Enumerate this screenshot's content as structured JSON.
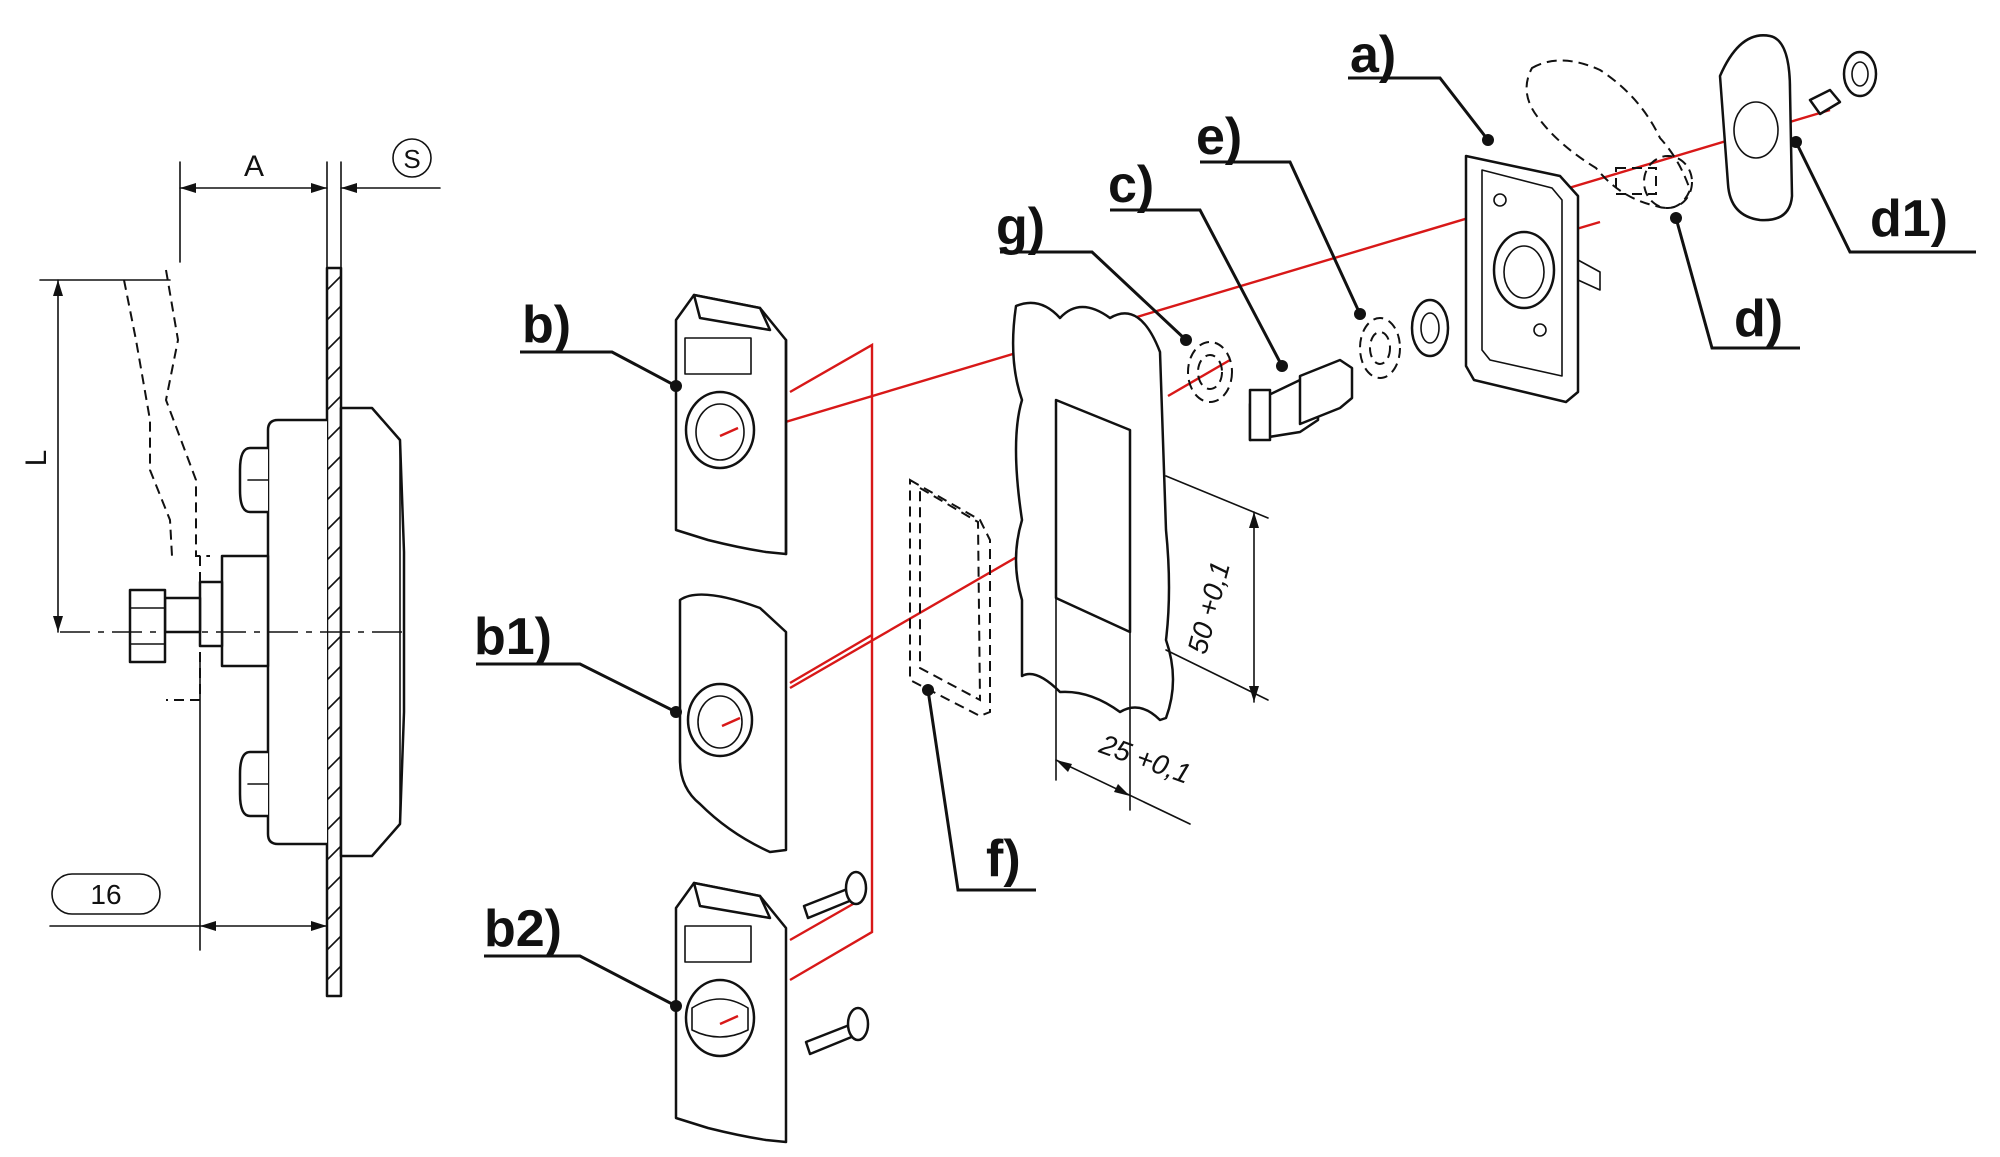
{
  "side_view": {
    "dim_A": "A",
    "dim_S": "S",
    "dim_L": "L",
    "dim_16": "16"
  },
  "parts": {
    "a": "a)",
    "b": "b)",
    "b1": "b1)",
    "b2": "b2)",
    "c": "c)",
    "d": "d)",
    "d1": "d1)",
    "e": "e)",
    "f": "f)",
    "g": "g)"
  },
  "cutout": {
    "height_dim": "50 +0,1",
    "width_dim": "25 +0,1"
  },
  "colors": {
    "axis_line": "#d81818",
    "line": "#111111"
  }
}
